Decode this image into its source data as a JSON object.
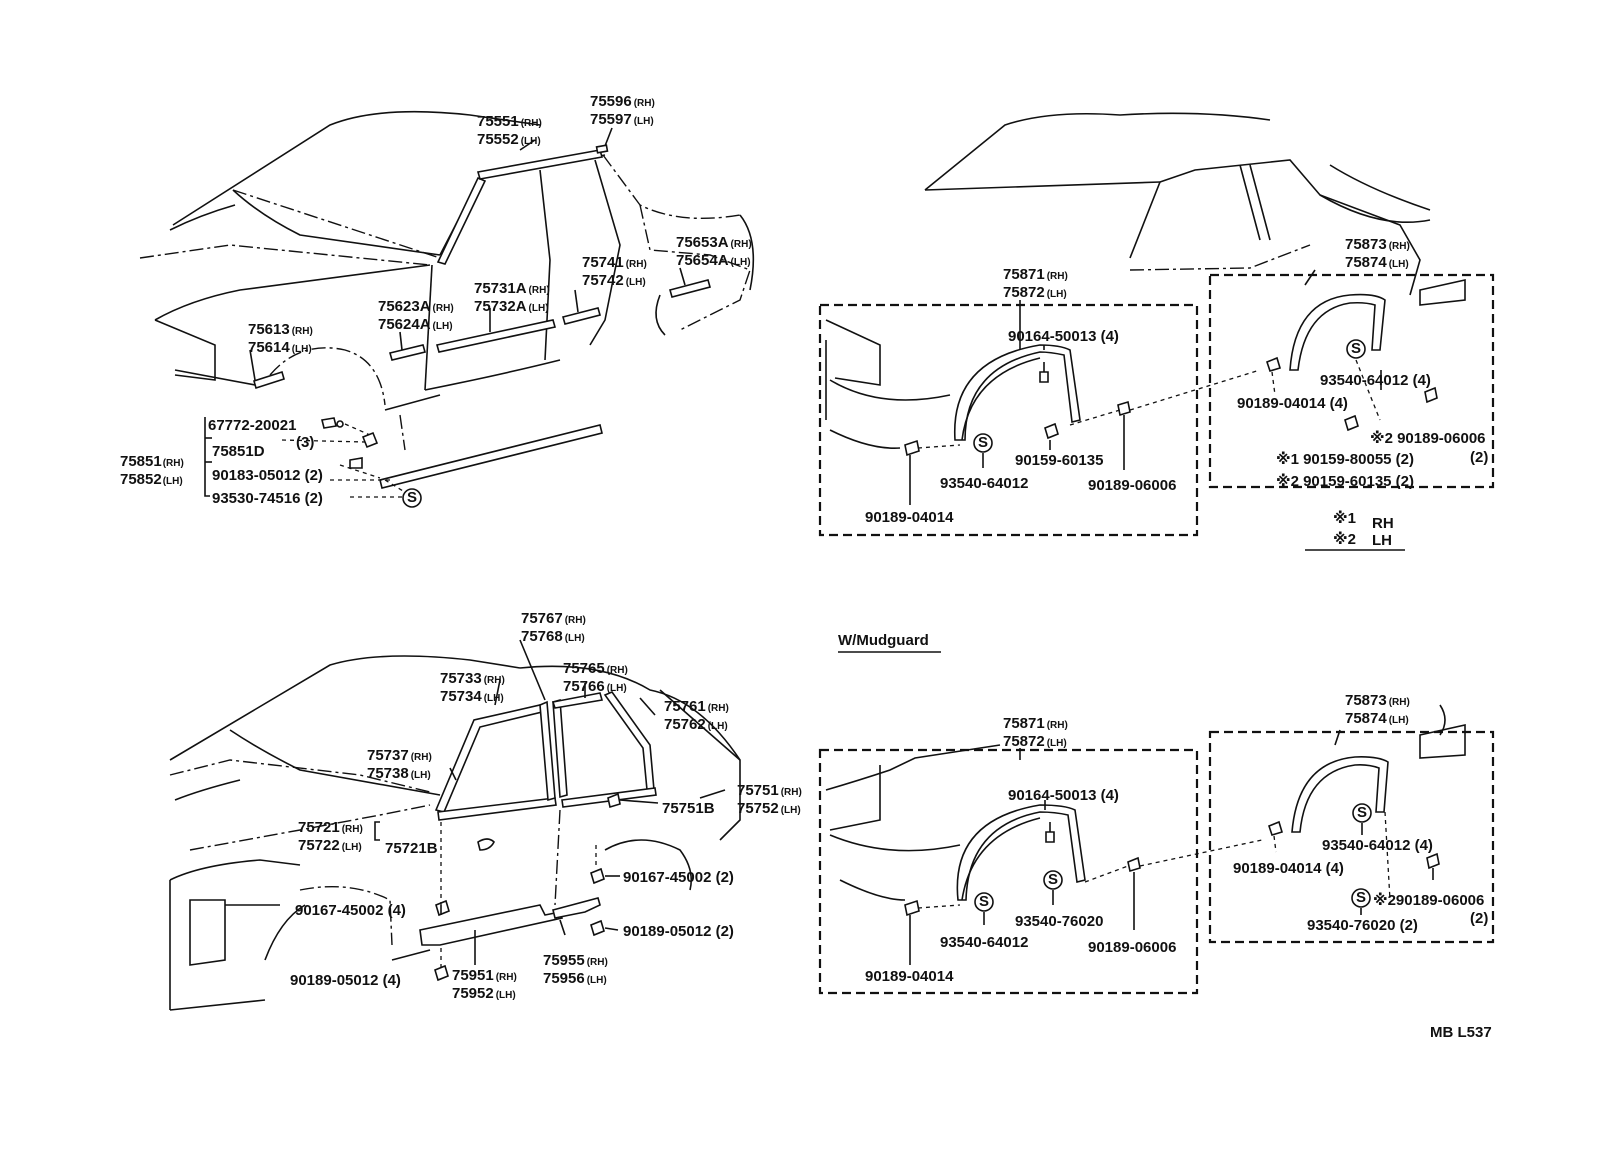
{
  "diagram": {
    "code": "MB L537",
    "heading": "W/Mudguard",
    "labels": {
      "p75551": "75551",
      "p75552": "75552",
      "p75596": "75596",
      "p75597": "75597",
      "p75653": "75653A",
      "p75654": "75654A",
      "p75741": "75741",
      "p75742": "75742",
      "p75731": "75731A",
      "p75732": "75732A",
      "p75623": "75623A",
      "p75624": "75624A",
      "p75613": "75613",
      "p75614": "75614",
      "p67772": "67772-20021",
      "q67772": "(3)",
      "p75851D": "75851D",
      "p90183": "90183-05012 (2)",
      "p93530": "93530-74516 (2)",
      "p75851": "75851",
      "p75852": "75852",
      "r75871": "75871",
      "r75872": "75872",
      "r90164": "90164-50013 (4)",
      "r90159": "90159-60135",
      "r90189_06006": "90189-06006",
      "r93540": "93540-64012",
      "r90189_04014": "90189-04014",
      "r75873": "75873",
      "r75874": "75874",
      "r93540b": "93540-64012 (4)",
      "r90189_04014b": "90189-04014 (4)",
      "r90189_06006b": "※2 90189-06006",
      "r90189_06006b_q": "(2)",
      "r90159_80055": "※1  90159-80055 (2)",
      "r90159_60135": "※2  90159-60135 (2)",
      "note1": "※1",
      "note2": "※2",
      "noteRH": "RH",
      "noteLH": "LH",
      "b75767": "75767",
      "b75768": "75768",
      "b75765": "75765",
      "b75766": "75766",
      "b75733": "75733",
      "b75734": "75734",
      "b75761": "75761",
      "b75762": "75762",
      "b75737": "75737",
      "b75738": "75738",
      "b75751": "75751",
      "b75752": "75752",
      "b75751B": "75751B",
      "b75721": "75721",
      "b75722": "75722",
      "b75721B": "75721B",
      "b90167r": "90167-45002 (2)",
      "b90167l": "90167-45002 (4)",
      "b90189r": "90189-05012 (2)",
      "b90189l": "90189-05012 (4)",
      "b75951": "75951",
      "b75952": "75952",
      "b75955": "75955",
      "b75956": "75956",
      "m75871": "75871",
      "m75872": "75872",
      "m90164": "90164-50013 (4)",
      "m93540_76020": "93540-76020",
      "m90189_06006": "90189-06006",
      "m93540_64012": "93540-64012",
      "m90189_04014": "90189-04014",
      "m75873": "75873",
      "m75874": "75874",
      "m93540b": "93540-64012 (4)",
      "m90189_04014b": "90189-04014 (4)",
      "m90189_06006b": "※290189-06006",
      "m90189_06006b_q": "(2)",
      "m93540_76020b": "93540-76020 (2)"
    },
    "side": {
      "rh": "(RH)",
      "lh": "(LH)"
    },
    "symbol_s": "S"
  }
}
